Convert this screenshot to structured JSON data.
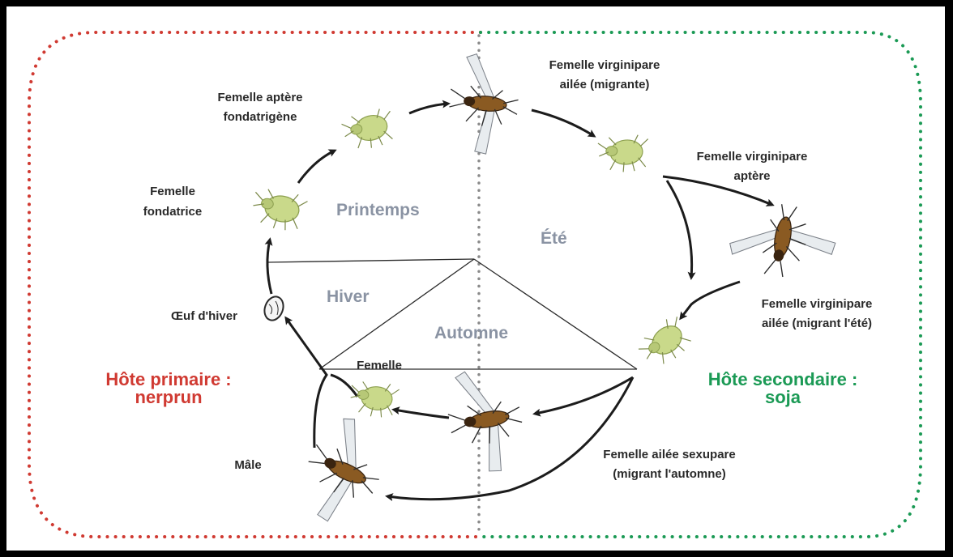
{
  "labels": {
    "femelle_aptere_fondatrigene_1": "Femelle aptère",
    "femelle_aptere_fondatrigene_2": "fondatrigène",
    "femelle_virginipare_ailee_1": "Femelle virginipare",
    "femelle_virginipare_ailee_2": "ailée (migrante)",
    "femelle_virginipare_aptere_1": "Femelle virginipare",
    "femelle_virginipare_aptere_2": "aptère",
    "femelle_fondatrice_1": "Femelle",
    "femelle_fondatrice_2": "fondatrice",
    "femelle_virginipare_ete_1": "Femelle virginipare",
    "femelle_virginipare_ete_2": "ailée (migrant l'été)",
    "oeuf_hiver": "Œuf d'hiver",
    "femelle": "Femelle",
    "male": "Mâle",
    "sexupare_1": "Femelle ailée sexupare",
    "sexupare_2": "(migrant l'automne)"
  },
  "seasons": {
    "printemps": "Printemps",
    "ete": "Été",
    "hiver": "Hiver",
    "automne": "Automne"
  },
  "hosts": {
    "primary_1": "Hôte primaire :",
    "primary_2": "nerprun",
    "secondary_1": "Hôte secondaire :",
    "secondary_2": "soja"
  },
  "colors": {
    "primary_host": "#d03a32",
    "secondary_host": "#1b9a55",
    "season_text": "#8a93a3",
    "aphid_body": "#c9d98a",
    "winged_body": "#8a5a22"
  }
}
